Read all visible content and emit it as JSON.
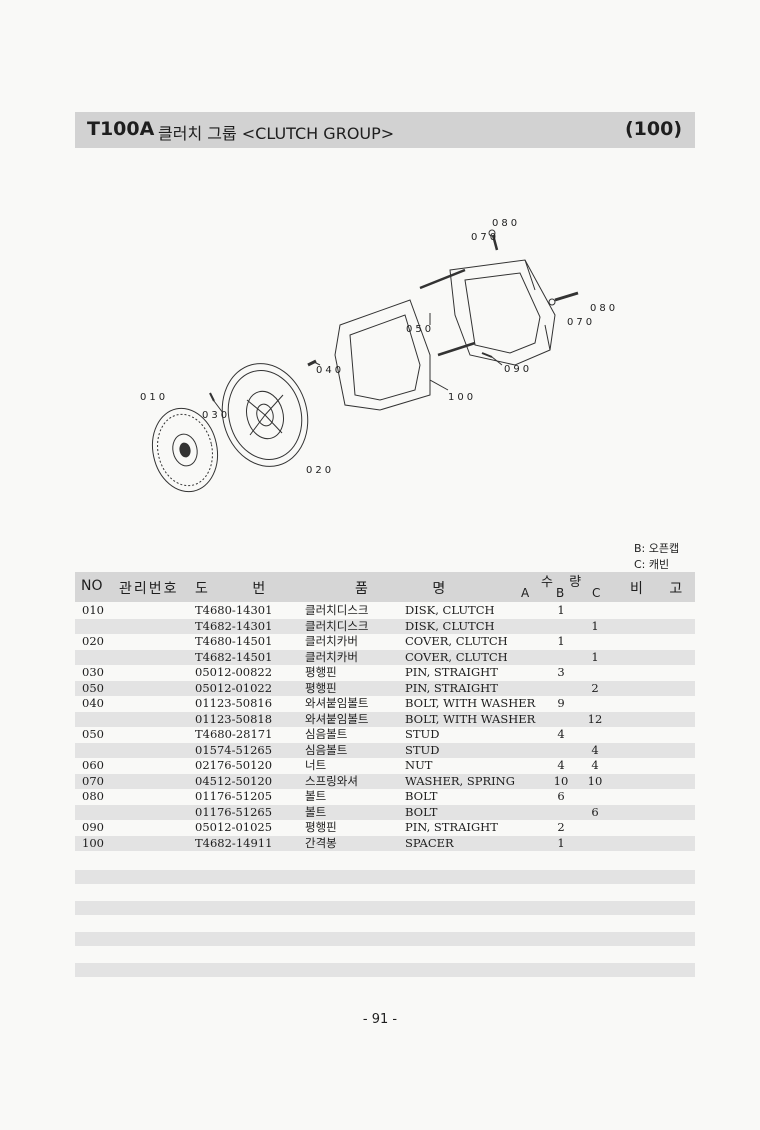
{
  "header": {
    "code": "T100A",
    "title": "클러치 그룹 <CLUTCH GROUP>",
    "page_code": "(100)"
  },
  "diagram": {
    "labels": {
      "l010": "010",
      "l020": "020",
      "l030": "030",
      "l040": "040",
      "l050": "050",
      "l070a": "070",
      "l080a": "080",
      "l070b": "070",
      "l080b": "080",
      "l090": "090",
      "l100": "100"
    }
  },
  "legend": {
    "b": "B: 오픈캡",
    "c": "C: 캐빈"
  },
  "table": {
    "headers": {
      "no": "NO",
      "mgmt": "관리번호",
      "drawing": "도 번",
      "name": "품 명",
      "qty": "수 량",
      "a": "A",
      "b": "B",
      "c": "C",
      "remarks": "비 고"
    },
    "rows": [
      {
        "no": "010",
        "part": "T4680-14301",
        "kr": "클러치디스크",
        "en": "DISK, CLUTCH",
        "a": "",
        "b": "1",
        "c": ""
      },
      {
        "no": "",
        "part": "T4682-14301",
        "kr": "클러치디스크",
        "en": "DISK, CLUTCH",
        "a": "",
        "b": "",
        "c": "1"
      },
      {
        "no": "020",
        "part": "T4680-14501",
        "kr": "클러치카버",
        "en": "COVER, CLUTCH",
        "a": "",
        "b": "1",
        "c": ""
      },
      {
        "no": "",
        "part": "T4682-14501",
        "kr": "클러치카버",
        "en": "COVER, CLUTCH",
        "a": "",
        "b": "",
        "c": "1"
      },
      {
        "no": "030",
        "part": "05012-00822",
        "kr": "평행핀",
        "en": "PIN, STRAIGHT",
        "a": "",
        "b": "3",
        "c": ""
      },
      {
        "no": "050",
        "part": "05012-01022",
        "kr": "평행핀",
        "en": "PIN, STRAIGHT",
        "a": "",
        "b": "",
        "c": "2"
      },
      {
        "no": "040",
        "part": "01123-50816",
        "kr": "와셔붙임볼트",
        "en": "BOLT, WITH WASHER",
        "a": "",
        "b": "9",
        "c": ""
      },
      {
        "no": "",
        "part": "01123-50818",
        "kr": "와셔붙임볼트",
        "en": "BOLT, WITH WASHER",
        "a": "",
        "b": "",
        "c": "12"
      },
      {
        "no": "050",
        "part": "T4680-28171",
        "kr": "심음볼트",
        "en": "STUD",
        "a": "",
        "b": "4",
        "c": ""
      },
      {
        "no": "",
        "part": "01574-51265",
        "kr": "심음볼트",
        "en": "STUD",
        "a": "",
        "b": "",
        "c": "4"
      },
      {
        "no": "060",
        "part": "02176-50120",
        "kr": "너트",
        "en": "NUT",
        "a": "",
        "b": "4",
        "c": "4"
      },
      {
        "no": "070",
        "part": "04512-50120",
        "kr": "스프링와셔",
        "en": "WASHER, SPRING",
        "a": "",
        "b": "10",
        "c": "10"
      },
      {
        "no": "080",
        "part": "01176-51205",
        "kr": "볼트",
        "en": "BOLT",
        "a": "",
        "b": "6",
        "c": ""
      },
      {
        "no": "",
        "part": "01176-51265",
        "kr": "볼트",
        "en": "BOLT",
        "a": "",
        "b": "",
        "c": "6"
      },
      {
        "no": "090",
        "part": "05012-01025",
        "kr": "평행핀",
        "en": "PIN, STRAIGHT",
        "a": "",
        "b": "2",
        "c": ""
      },
      {
        "no": "100",
        "part": "T4682-14911",
        "kr": "간격봉",
        "en": "SPACER",
        "a": "",
        "b": "1",
        "c": ""
      }
    ]
  },
  "footer": {
    "page_number": "- 91 -"
  }
}
